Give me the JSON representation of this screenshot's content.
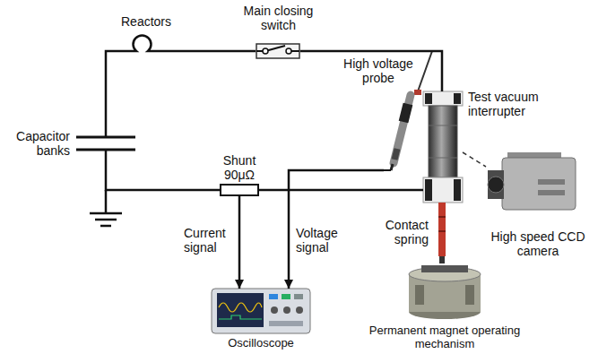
{
  "diagram": {
    "nodes": [
      {
        "text": [
          "Reactors"
        ]
      },
      {
        "text": [
          "Main closing switch"
        ]
      },
      {
        "text": [
          "Capacitor banks"
        ]
      },
      {
        "text": [
          "High voltage probe"
        ]
      },
      {
        "text": [
          "Test vacuum interrupter"
        ]
      },
      {
        "text": [
          "Shunt 90μΩ"
        ]
      },
      {
        "text": [
          "Oscilloscope"
        ]
      },
      {
        "text": [
          "High speed CCD camera"
        ]
      },
      {
        "text": [
          "Contact spring"
        ]
      },
      {
        "text": [
          "Permanent magnet operating mechanism"
        ]
      }
    ],
    "edges": [
      {
        "from": 2,
        "to": 0,
        "arrow": "none"
      },
      {
        "from": 0,
        "to": 1,
        "arrow": "none"
      },
      {
        "from": 1,
        "to": 4,
        "arrow": "none"
      },
      {
        "from": 4,
        "to": 5,
        "arrow": "none"
      },
      {
        "from": 5,
        "to": 2,
        "arrow": "none"
      },
      {
        "from": 5,
        "to": 6,
        "arrow": "to",
        "label": "Current signal"
      },
      {
        "from": 3,
        "to": 6,
        "arrow": "to",
        "label": "Voltage signal"
      },
      {
        "from": 4,
        "to": 7,
        "arrow": "none"
      }
    ]
  }
}
